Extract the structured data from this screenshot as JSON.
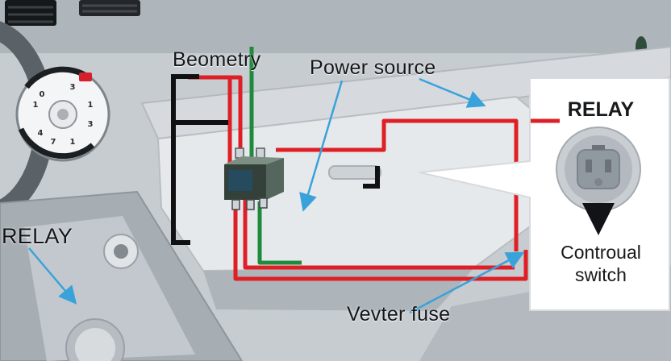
{
  "labels": {
    "beometry": "Beometry",
    "power_source": "Power source",
    "relay_left": "RELAY",
    "vevter_fuse": "Vevter fuse"
  },
  "inset": {
    "title": "RELAY",
    "caption_line1": "Controual",
    "caption_line2": "switch"
  },
  "dial": {
    "digits": [
      "0",
      "3",
      "1",
      "3",
      "1",
      "7",
      "4",
      "1"
    ]
  },
  "colors": {
    "wire_red": "#de1f26",
    "wire_green": "#208a3c",
    "leader_blue": "#3aa2da",
    "bracket_black": "#101113",
    "dash_light": "#e6e9eb",
    "dash_mid": "#c6ccd0",
    "dash_dark": "#8f969b",
    "inset_bg": "#ffffff"
  }
}
